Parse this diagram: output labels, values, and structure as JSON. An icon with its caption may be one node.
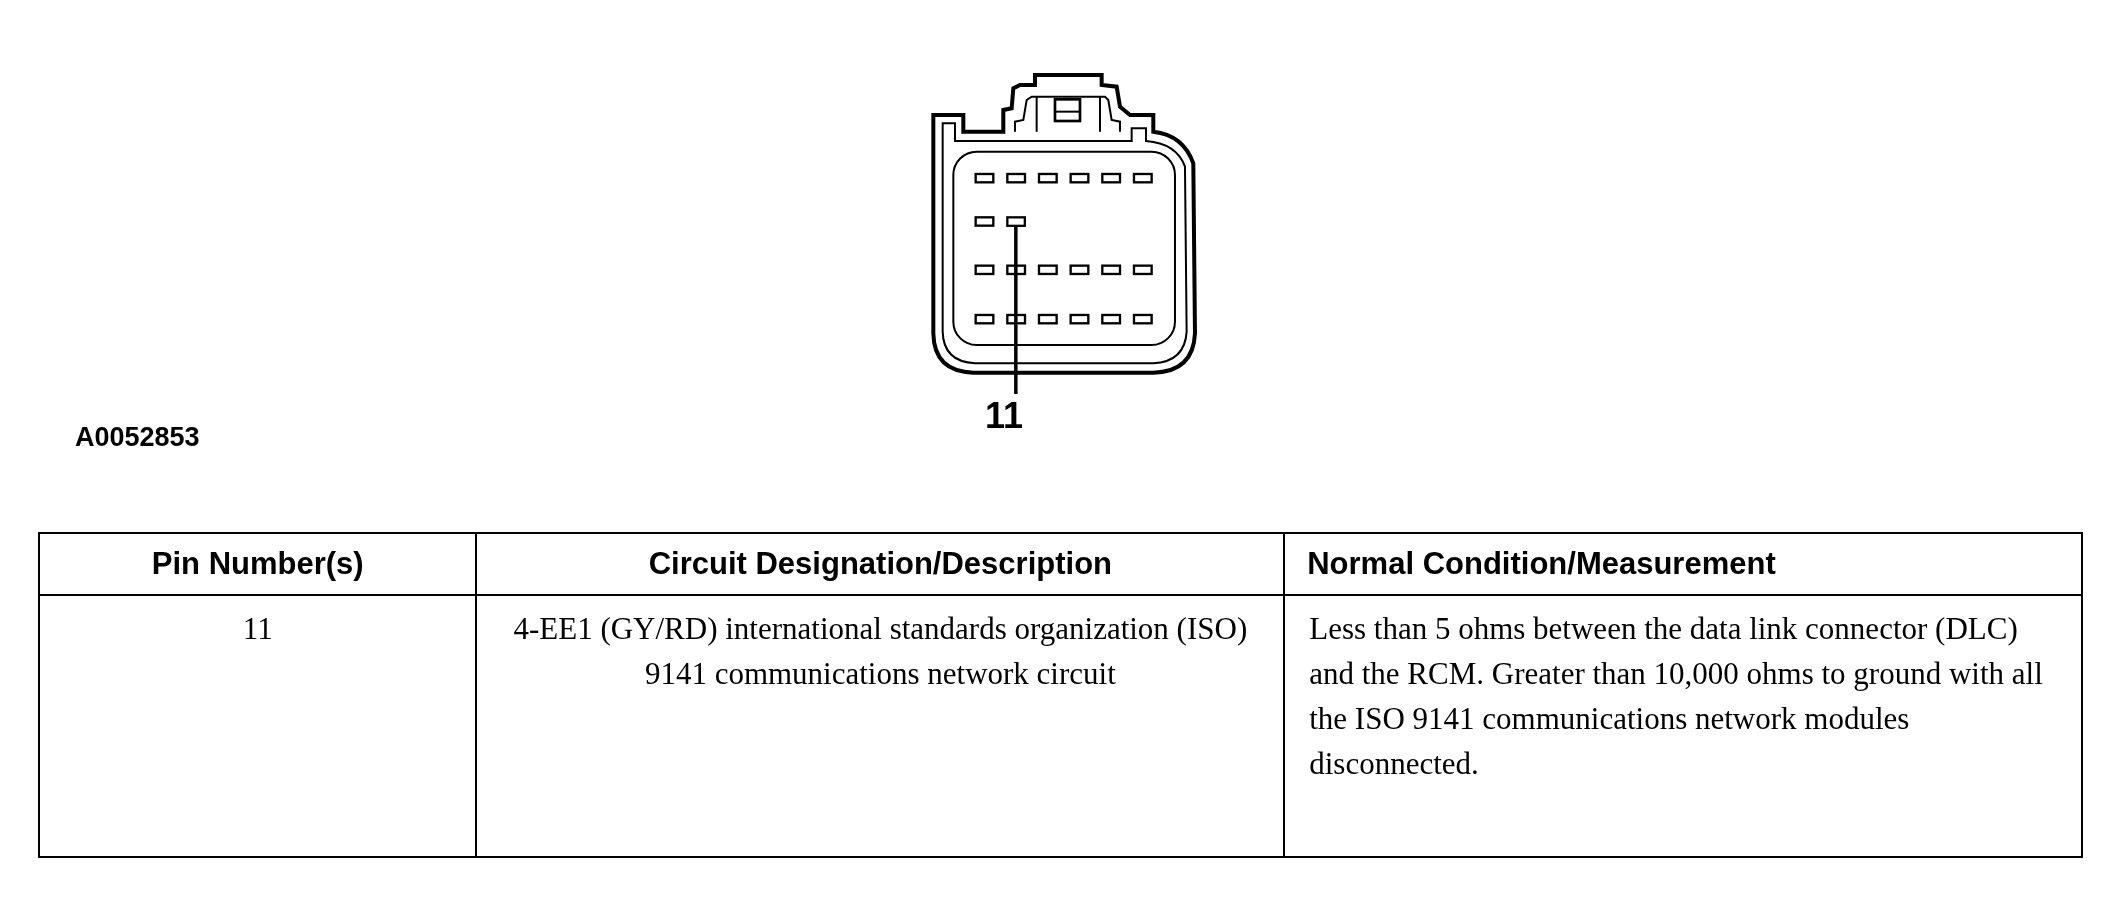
{
  "diagram": {
    "nodes": [
      {
        "text": [
          "11"
        ]
      },
      {
        "text": [],
        "shape": "box"
      }
    ],
    "edges": [
      {
        "from": 0,
        "to": 1,
        "arrow": "none"
      }
    ],
    "labels": [
      "A0052853",
      "Pin Number(s)",
      "Circuit Designation/Description",
      "Normal Condition/Measurement",
      "11",
      "4-EE1 (GY/RD) international standards organization (ISO) 9141 communications network circuit",
      "Less than 5 ohms between the data link connector (DLC) and the RCM. Greater than 10,000 ohms to ground with all the ISO 9141 communications network modules disconnected."
    ]
  }
}
